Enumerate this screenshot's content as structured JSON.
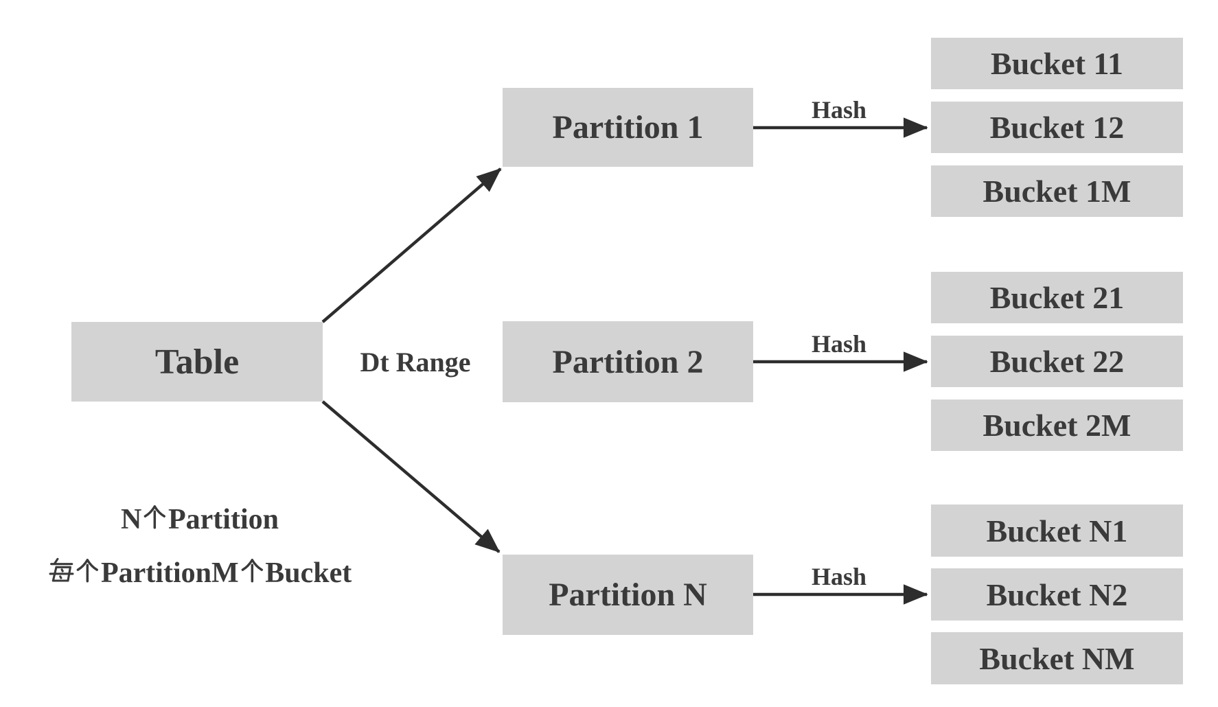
{
  "diagram": {
    "colors": {
      "background": "#ffffff",
      "node_fill": "#d3d3d3",
      "text": "#3a3a3a",
      "line": "#2d2d2d"
    },
    "table": {
      "label": "Table"
    },
    "fanout_label": "Dt Range",
    "partitions": [
      {
        "label": "Partition 1"
      },
      {
        "label": "Partition 2"
      },
      {
        "label": "Partition N"
      }
    ],
    "bucket_groups": [
      {
        "edge_label": "Hash",
        "buckets": [
          "Bucket 11",
          "Bucket 12",
          "Bucket 1M"
        ]
      },
      {
        "edge_label": "Hash",
        "buckets": [
          "Bucket 21",
          "Bucket 22",
          "Bucket 2M"
        ]
      },
      {
        "edge_label": "Hash",
        "buckets": [
          "Bucket N1",
          "Bucket N2",
          "Bucket NM"
        ]
      }
    ],
    "annotations": [
      "N个Partition",
      "每个PartitionM个Bucket"
    ]
  }
}
